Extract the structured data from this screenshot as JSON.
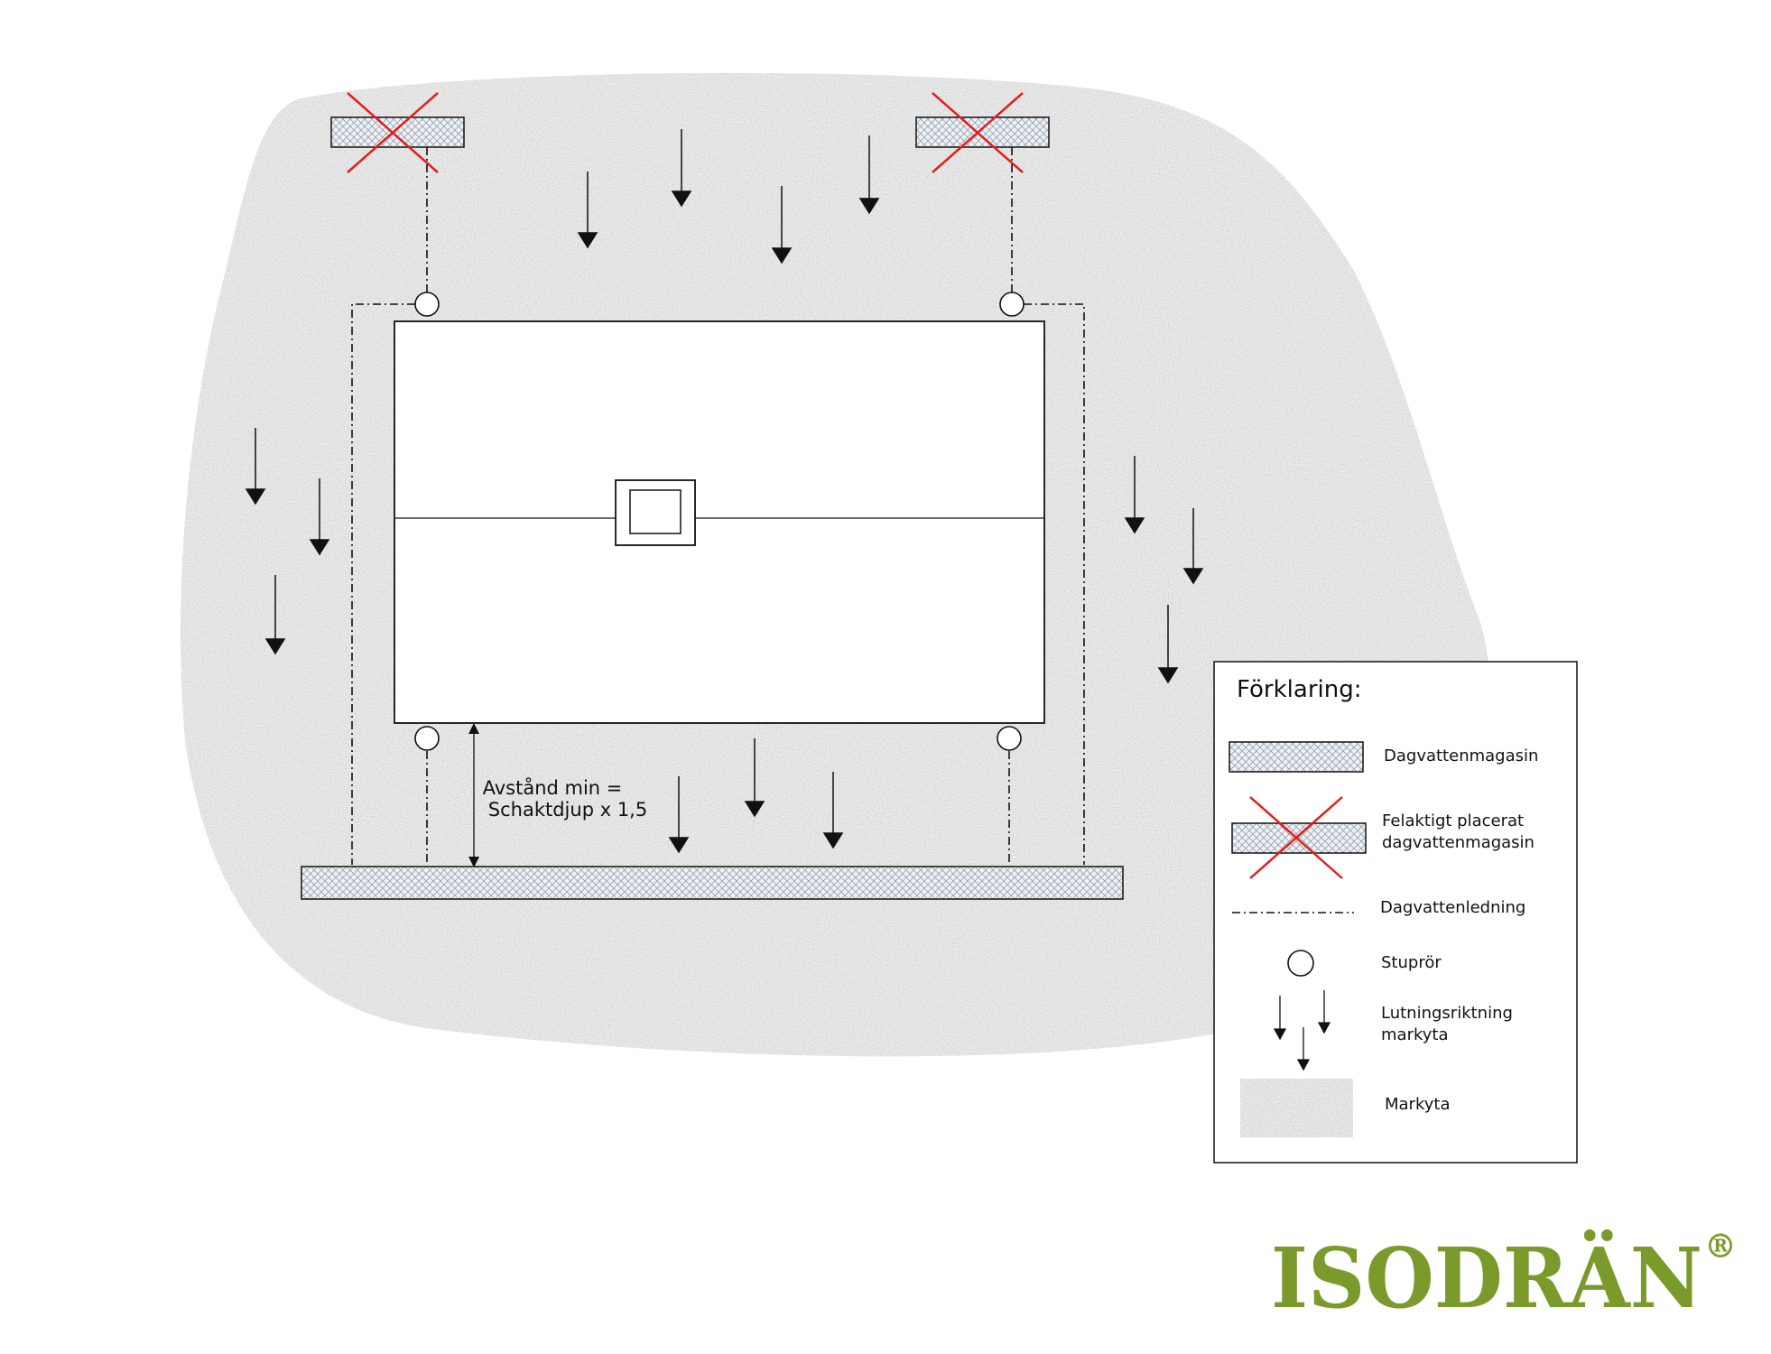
{
  "annotation": {
    "line1": "Avstånd min =",
    "line2": "Schaktdjup x 1,5"
  },
  "legend": {
    "title": "Förklaring:",
    "items": {
      "magasin": "Dagvattenmagasin",
      "wrong_line1": "Felaktigt placerat",
      "wrong_line2": "dagvattenmagasin",
      "pipe": "Dagvattenledning",
      "downpipe": "Stuprör",
      "slope_line1": "Lutningsriktning",
      "slope_line2": "markyta",
      "ground": "Markyta"
    }
  },
  "logo": {
    "text": "ISODRÄN",
    "registered": "®"
  },
  "colors": {
    "ink": "#111111",
    "cross": "#e1201e",
    "hatch_fill": "#eef2f6",
    "hatch_line": "#9aa4ae",
    "ground_fill": "#ececec",
    "brand": "#7a9a2c"
  }
}
